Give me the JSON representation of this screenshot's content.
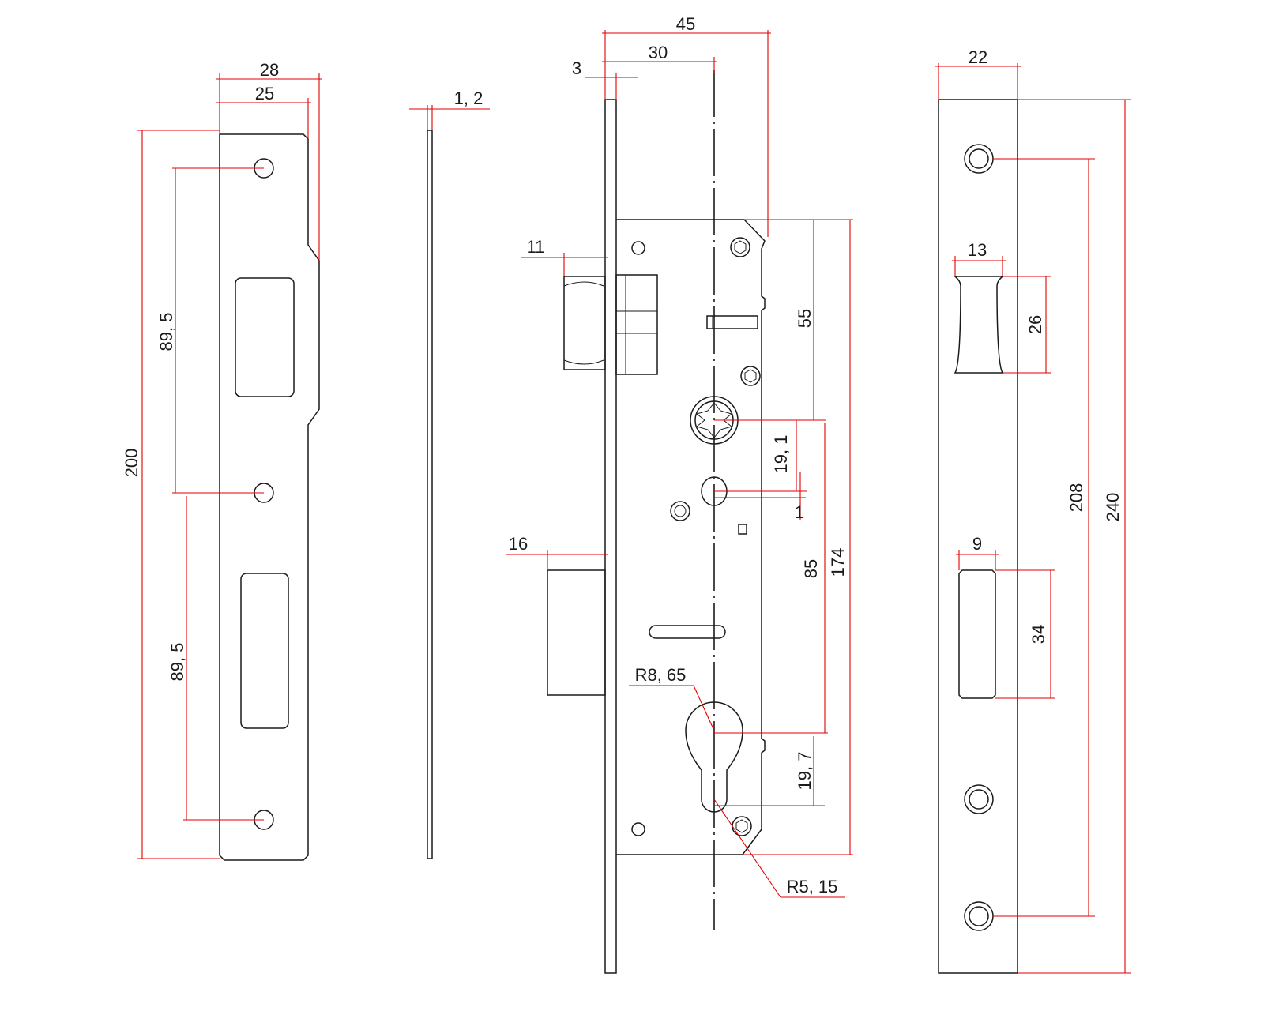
{
  "strike_plate": {
    "width_outer": "28",
    "width_inner": "25",
    "height": "200",
    "hole_spacing_top": "89, 5",
    "hole_spacing_bottom": "89, 5"
  },
  "side_view": {
    "thickness": "1, 2"
  },
  "lock_body": {
    "overall_width": "45",
    "backset": "30",
    "faceplate_thickness": "3",
    "latch_projection": "11",
    "bolt_projection": "16",
    "handle_from_top": "55",
    "handle_to_aux": "19, 1",
    "aux_offset": "1",
    "handle_to_cylinder": "85",
    "case_height": "174",
    "cylinder_radius_top": "R8, 65",
    "cylinder_height": "19, 7",
    "cylinder_radius_bottom": "R5, 15"
  },
  "faceplate": {
    "width": "22",
    "latch_slot_width": "13",
    "latch_slot_height": "26",
    "bolt_slot_width": "9",
    "bolt_slot_height": "34",
    "hole_spacing": "208",
    "length": "240"
  }
}
